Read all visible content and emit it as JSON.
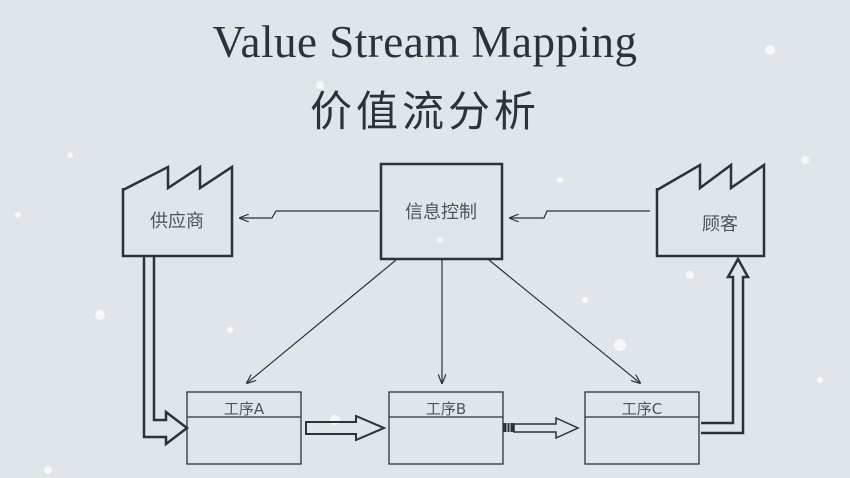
{
  "title": {
    "english": "Value Stream Mapping",
    "chinese": "价值流分析"
  },
  "nodes": {
    "supplier": {
      "label": "供应商",
      "shape": "factory-icon"
    },
    "info_control": {
      "label": "信息控制",
      "shape": "box"
    },
    "customer": {
      "label": "顾客",
      "shape": "factory-icon"
    },
    "process_a": {
      "label": "工序A"
    },
    "process_b": {
      "label": "工序B"
    },
    "process_c": {
      "label": "工序C"
    }
  },
  "edges": [
    {
      "from": "info_control",
      "to": "supplier",
      "type": "electronic-information-flow"
    },
    {
      "from": "customer",
      "to": "info_control",
      "type": "electronic-information-flow"
    },
    {
      "from": "info_control",
      "to": "process_a",
      "type": "manual-information-flow"
    },
    {
      "from": "info_control",
      "to": "process_b",
      "type": "manual-information-flow"
    },
    {
      "from": "info_control",
      "to": "process_c",
      "type": "manual-information-flow"
    },
    {
      "from": "supplier",
      "to": "process_a",
      "type": "shipment-arrow"
    },
    {
      "from": "process_a",
      "to": "process_b",
      "type": "push-arrow"
    },
    {
      "from": "process_b",
      "to": "process_c",
      "type": "push-arrow"
    },
    {
      "from": "process_c",
      "to": "customer",
      "type": "shipment-arrow"
    }
  ],
  "colors": {
    "background": "#dfe5e8",
    "stroke": "#2a3336",
    "text": "#4c5558"
  }
}
